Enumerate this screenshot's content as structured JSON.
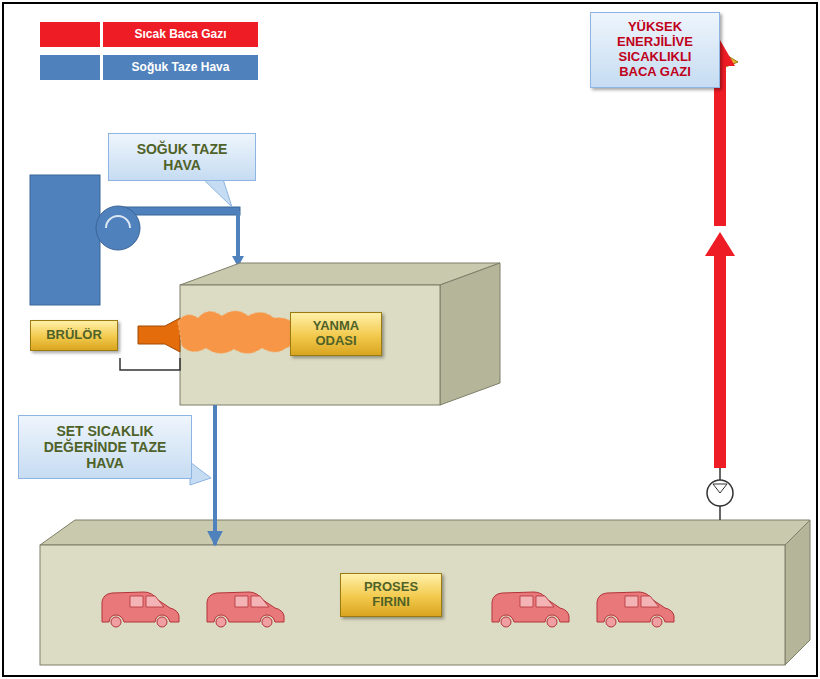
{
  "diagram": {
    "nodes": [
      {
        "text": [
          "YÜKSEK ENERJİLİVE SICAKLIKLI BACA GAZI"
        ]
      },
      {
        "text": [
          "SOĞUK TAZE HAVA"
        ]
      },
      {
        "text": [
          "BRÜLÖR"
        ]
      },
      {
        "text": [
          "YANMA ODASI"
        ]
      },
      {
        "text": [
          "SET SICAKLIK DEĞERİNDE TAZE HAVA"
        ]
      },
      {
        "text": [
          "PROSES FIRINI"
        ]
      }
    ],
    "edges": [
      {
        "from": 3,
        "to": 5,
        "arrow": "to"
      }
    ],
    "legend": [
      {
        "text": "Sıcak Baca Gazı",
        "color": "#ee1c25"
      },
      {
        "text": "Soğuk Taze Hava",
        "color": "#4f81bd"
      }
    ]
  }
}
